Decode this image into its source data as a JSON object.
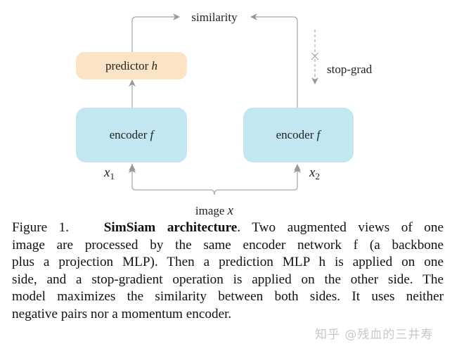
{
  "diagram": {
    "similarity": "similarity",
    "predictor": {
      "text": "predictor ",
      "var": "h"
    },
    "encoder_left": {
      "text": "encoder ",
      "var": "f"
    },
    "encoder_right": {
      "text": "encoder ",
      "var": "f"
    },
    "stop_grad": "stop-grad",
    "x1": {
      "var": "x",
      "sub": "1"
    },
    "x2": {
      "var": "x",
      "sub": "2"
    },
    "image": {
      "text": "image ",
      "var": "x"
    },
    "colors": {
      "encoder": "#c3e7f1",
      "predictor": "#fbe3c6",
      "arrow": "#999999"
    }
  },
  "caption": {
    "figure": "Figure 1.",
    "title": "SimSiam architecture",
    "line1_rest": ". Two augmented views of one",
    "line2": "image are processed by the same encoder network f (a backbone",
    "line3": "plus a projection MLP). Then a prediction MLP h is applied on one",
    "line4": "side, and a stop-gradient operation is applied on the other side. The",
    "line5": "model maximizes the similarity between both sides. It uses neither",
    "line6": "negative pairs nor a momentum encoder."
  },
  "watermark": "知乎 @残血的三井寿"
}
